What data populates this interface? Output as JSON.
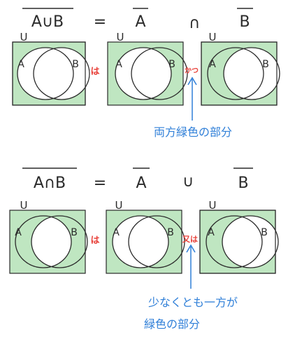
{
  "colors": {
    "ink": "#2a2a2a",
    "fill": "#bfe6c1",
    "fill_edge": "#9dd4a1",
    "red": "#e8413a",
    "blue": "#2f7fd8"
  },
  "top_law": {
    "lhs": "A∪B",
    "eq": "=",
    "rhs_a": "A",
    "op": "∩",
    "rhs_b": "B",
    "universe": "U",
    "set_a": "A",
    "set_b": "B",
    "connector_1": "は",
    "connector_2": "かつ",
    "note": "両方緑色の部分"
  },
  "bottom_law": {
    "lhs": "A∩B",
    "eq": "=",
    "rhs_a": "A",
    "op": "∪",
    "rhs_b": "B",
    "universe": "U",
    "set_a": "A",
    "set_b": "B",
    "connector_1": "は",
    "connector_2": "又は",
    "note_line1": "少なくとも一方が",
    "note_line2": "緑色の部分"
  }
}
